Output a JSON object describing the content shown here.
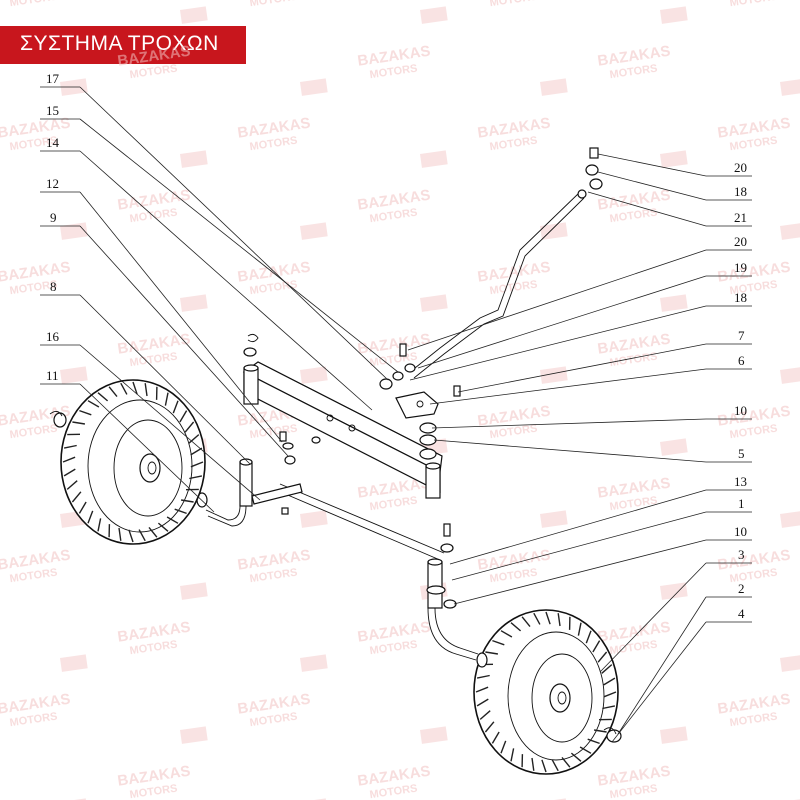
{
  "header": {
    "title": "ΣΥΣΤΗΜΑ ΤΡΟΧΩΝ"
  },
  "colors": {
    "banner": "#c8161d",
    "watermark": "#f2c2c2"
  },
  "watermark": {
    "brand_line1": "BAZAKAS",
    "brand_line2": "MOTORS"
  },
  "callouts": [
    "17",
    "15",
    "14",
    "12",
    "9",
    "8",
    "16",
    "11",
    "20",
    "18",
    "21",
    "20",
    "19",
    "18",
    "7",
    "6",
    "10",
    "5",
    "13",
    "1",
    "10",
    "3",
    "2",
    "4"
  ]
}
